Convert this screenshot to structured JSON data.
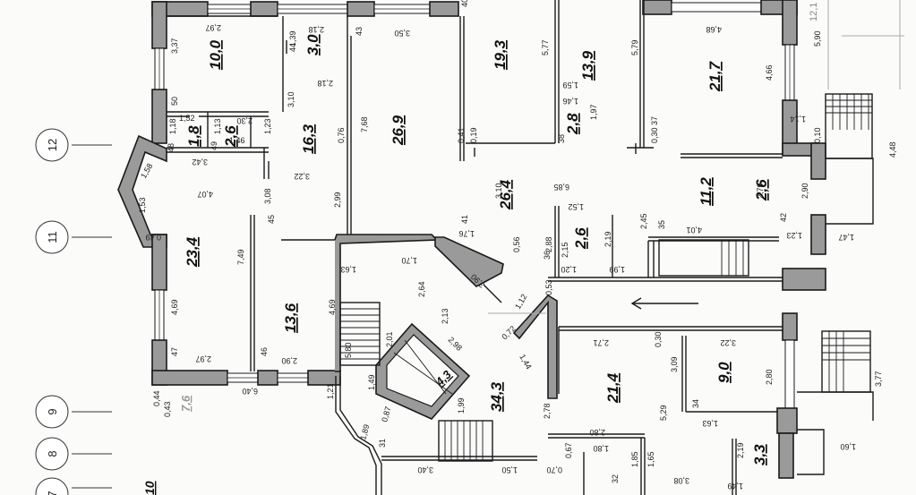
{
  "plan": {
    "axis_labels": [
      "12",
      "11",
      "9",
      "8",
      "7"
    ],
    "room_areas": [
      "10,0",
      "3,0",
      "19,3",
      "13,9",
      "21,7",
      "26,9",
      "16,3",
      "1,8",
      "2,6",
      "2,8",
      "23,4",
      "26,4",
      "11,2",
      "2,6",
      "2,6",
      "13,6",
      "34,3",
      "21,4",
      "9,0",
      "3,3",
      "4,3",
      "7,6",
      "10"
    ],
    "dimensions": [
      "2,97",
      "2,18",
      "3,50",
      "4,68",
      "3,37",
      "1,39",
      "2,18",
      "5,77",
      "5,79",
      "5,90",
      "4,66",
      "50",
      "1,52",
      "2,30",
      "3,10",
      "7,68",
      "1,59",
      "1,46",
      "1,97",
      "1,14",
      "1,18",
      "1,13",
      "1,46",
      "1,23",
      "0,76",
      "0,41",
      "0,19",
      "0,30",
      "0,10",
      "4,48",
      "3,42",
      "3,22",
      "6,85",
      "1,58",
      "4,07",
      "3,08",
      "2,99",
      "3,10",
      "2,79",
      "2,90",
      "1,53",
      "0,49",
      "1,52",
      "45",
      "1,76",
      "0,56",
      "2,88",
      "2,15",
      "2,19",
      "2,45",
      "4,01",
      "1,23",
      "1,47",
      "42",
      "7,49",
      "1,63",
      "1,70",
      "2,64",
      "3,90",
      "1,12",
      "0,53",
      "1,20",
      "1,99",
      "4,69",
      "4,69",
      "2,13",
      "0,72",
      "2,71",
      "0,30",
      "3,22",
      "2,01",
      "5,80",
      "2,98",
      "1,44",
      "3,09",
      "2,80",
      "3,77",
      "47",
      "2,97",
      "2,90",
      "46",
      "6,40",
      "1,21",
      "1,49",
      "1,99",
      "2,78",
      "5,29",
      "1,63",
      "0,44",
      "0,43",
      "0,87",
      "1,89",
      "31",
      "2,80",
      "1,80",
      "1,60",
      "3,40",
      "1,50",
      "0,70",
      "0,67",
      "1,85",
      "1,65",
      "3,08",
      "2,19",
      "1,49",
      "34",
      "44",
      "48",
      "49",
      "37",
      "38",
      "35",
      "43",
      "40",
      "41",
      "32",
      "36"
    ],
    "corner_label": "12,1"
  }
}
